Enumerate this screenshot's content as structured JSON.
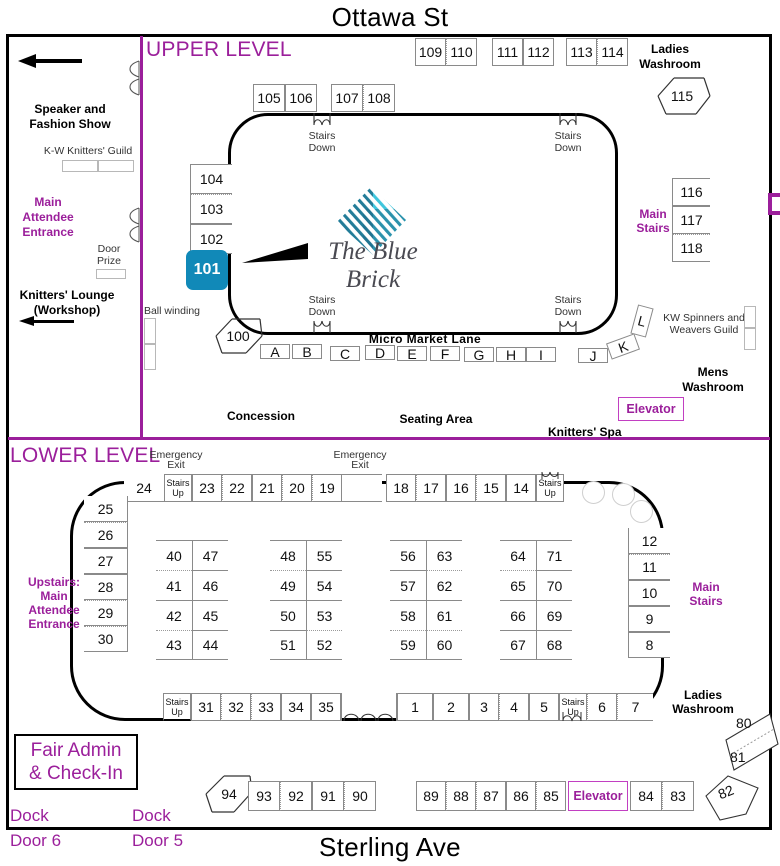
{
  "streets": {
    "top": "Ottawa St",
    "bottom": "Sterling Ave"
  },
  "upper": {
    "title": "UPPER LEVEL",
    "left_labels": {
      "speaker": "Speaker and\nFashion Show",
      "speaker_line1": "Speaker and",
      "speaker_line2": "Fashion Show",
      "guild": "K-W Knitters' Guild",
      "main_entrance_l1": "Main",
      "main_entrance_l2": "Attendee",
      "main_entrance_l3": "Entrance",
      "door_prize_l1": "Door",
      "door_prize_l2": "Prize",
      "lounge_l1": "Knitters' Lounge",
      "lounge_l2": "(Workshop)",
      "ball_winding": "Ball winding"
    },
    "top_booths_right": [
      "109",
      "110",
      "111",
      "112",
      "113",
      "114"
    ],
    "top_booths_mid": [
      "105",
      "106",
      "107",
      "108"
    ],
    "left_booths": [
      "104",
      "103",
      "102"
    ],
    "highlight_booth": "101",
    "corner_booth": "100",
    "right_booths": [
      "116",
      "117",
      "118"
    ],
    "washroom_diamond": "115",
    "ladies_washroom_l1": "Ladies",
    "ladies_washroom_l2": "Washroom",
    "mens_washroom_l1": "Mens",
    "mens_washroom_l2": "Washroom",
    "main_stairs_l1": "Main",
    "main_stairs_l2": "Stairs",
    "stairs_down": "Stairs\nDown",
    "stairs_down_l1": "Stairs",
    "stairs_down_l2": "Down",
    "lane_label": "Micro Market Lane",
    "lane_booths": [
      "A",
      "B",
      "C",
      "D",
      "E",
      "F",
      "G",
      "H",
      "I",
      "J",
      "K",
      "L"
    ],
    "concession": "Concession",
    "seating_area": "Seating Area",
    "knitters_spa": "Knitters' Spa",
    "spinners_l1": "KW Spinners and",
    "spinners_l2": "Weavers Guild",
    "elevator": "Elevator",
    "logo_text": "The Blue Brick"
  },
  "lower": {
    "title": "LOWER LEVEL",
    "emergency_exit_l1": "Emergency",
    "emergency_exit_l2": "Exit",
    "stairs_up_l1": "Stairs",
    "stairs_up_l2": "Up",
    "top_row_left": [
      "24",
      "23",
      "22",
      "21",
      "20",
      "19"
    ],
    "top_row_right": [
      "18",
      "17",
      "16",
      "15",
      "14"
    ],
    "left_column": [
      "25",
      "26",
      "27",
      "28",
      "29",
      "30"
    ],
    "right_column": [
      "12",
      "11",
      "10",
      "9",
      "8"
    ],
    "island_1": [
      "40",
      "47",
      "41",
      "46",
      "42",
      "45",
      "43",
      "44"
    ],
    "island_2": [
      "48",
      "55",
      "49",
      "54",
      "50",
      "53",
      "51",
      "52"
    ],
    "island_3": [
      "56",
      "63",
      "57",
      "62",
      "58",
      "61",
      "59",
      "60"
    ],
    "island_4": [
      "64",
      "71",
      "65",
      "70",
      "66",
      "69",
      "67",
      "68"
    ],
    "bottom_row_left": [
      "31",
      "32",
      "33",
      "34",
      "35"
    ],
    "bottom_row_right": [
      "1",
      "2",
      "3",
      "4",
      "5",
      "6",
      "7"
    ],
    "upstairs_l1": "Upstairs:",
    "upstairs_l2": "Main",
    "upstairs_l3": "Attendee",
    "upstairs_l4": "Entrance",
    "main_stairs_l1": "Main",
    "main_stairs_l2": "Stairs",
    "ladies_washroom_l1": "Ladies",
    "ladies_washroom_l2": "Washroom",
    "admin_l1": "Fair Admin",
    "admin_l2": "& Check-In",
    "dock_a_l1": "Dock",
    "dock_a_l2": "Door 6",
    "dock_b_l1": "Dock",
    "dock_b_l2": "Door 5",
    "diamond_94": "94",
    "outer_row_left": [
      "93",
      "92",
      "91",
      "90"
    ],
    "outer_row_right": [
      "89",
      "88",
      "87",
      "86",
      "85"
    ],
    "elevator": "Elevator",
    "after_elevator": [
      "84",
      "83"
    ],
    "diagonal_booths": [
      "80",
      "81",
      "82"
    ]
  },
  "colors": {
    "accent_purple": "#9b1f9b",
    "highlight_teal": "#1189b8",
    "border_black": "#000000",
    "booth_grey": "#8a8a8a"
  }
}
